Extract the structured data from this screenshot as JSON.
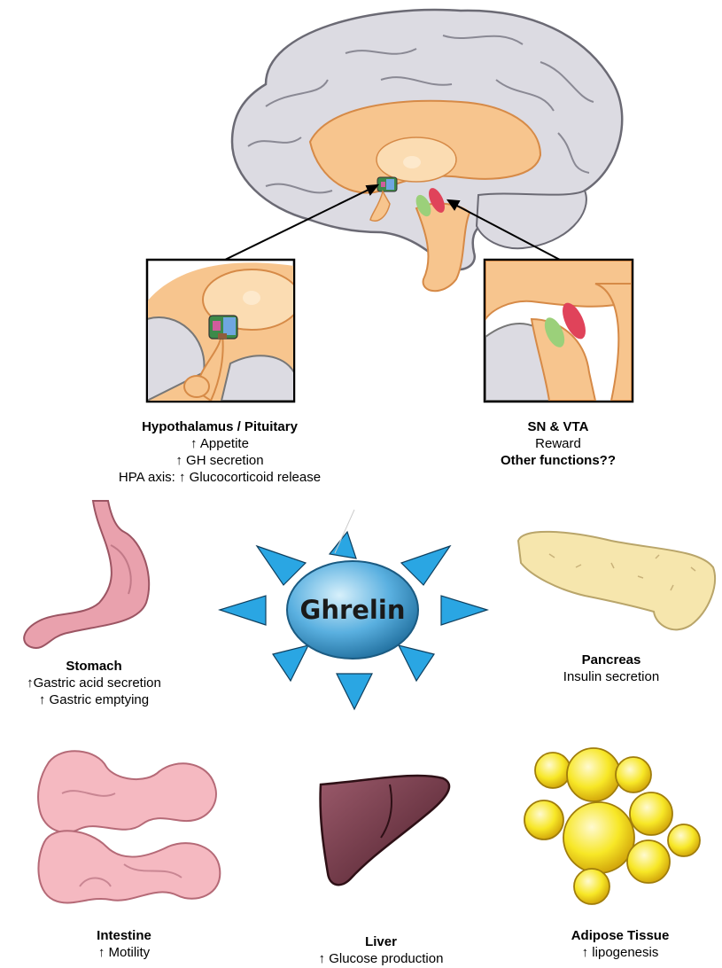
{
  "hub": {
    "label": "Ghrelin"
  },
  "hypothalamus": {
    "title": "Hypothalamus / Pituitary",
    "lines": [
      "↑ Appetite",
      "↑ GH secretion",
      "HPA axis: ↑ Glucocorticoid release"
    ]
  },
  "sn_vta": {
    "title": "SN & VTA",
    "lines": [
      "Reward"
    ],
    "bold_line": "Other functions??"
  },
  "stomach": {
    "title": "Stomach",
    "lines": [
      "↑Gastric acid secretion",
      "↑ Gastric emptying"
    ]
  },
  "pancreas": {
    "title": "Pancreas",
    "lines": [
      "Insulin secretion"
    ]
  },
  "intestine": {
    "title": "Intestine",
    "lines": [
      "↑ Motility"
    ]
  },
  "liver": {
    "title": "Liver",
    "lines": [
      "↑ Glucose production"
    ]
  },
  "adipose": {
    "title": "Adipose Tissue",
    "lines": [
      "↑ lipogenesis"
    ]
  },
  "colors": {
    "brain_cortex": "#dcdbe2",
    "brain_inner": "#f7c58e",
    "hub_blue": "#5ab0e0",
    "triangle_blue": "#2aa6e3",
    "stomach": "#e9a1ad",
    "pancreas": "#f6e6ad",
    "intestine": "#f5b9c1",
    "liver": "#7a3f4f",
    "fat": "#f3e31f"
  }
}
